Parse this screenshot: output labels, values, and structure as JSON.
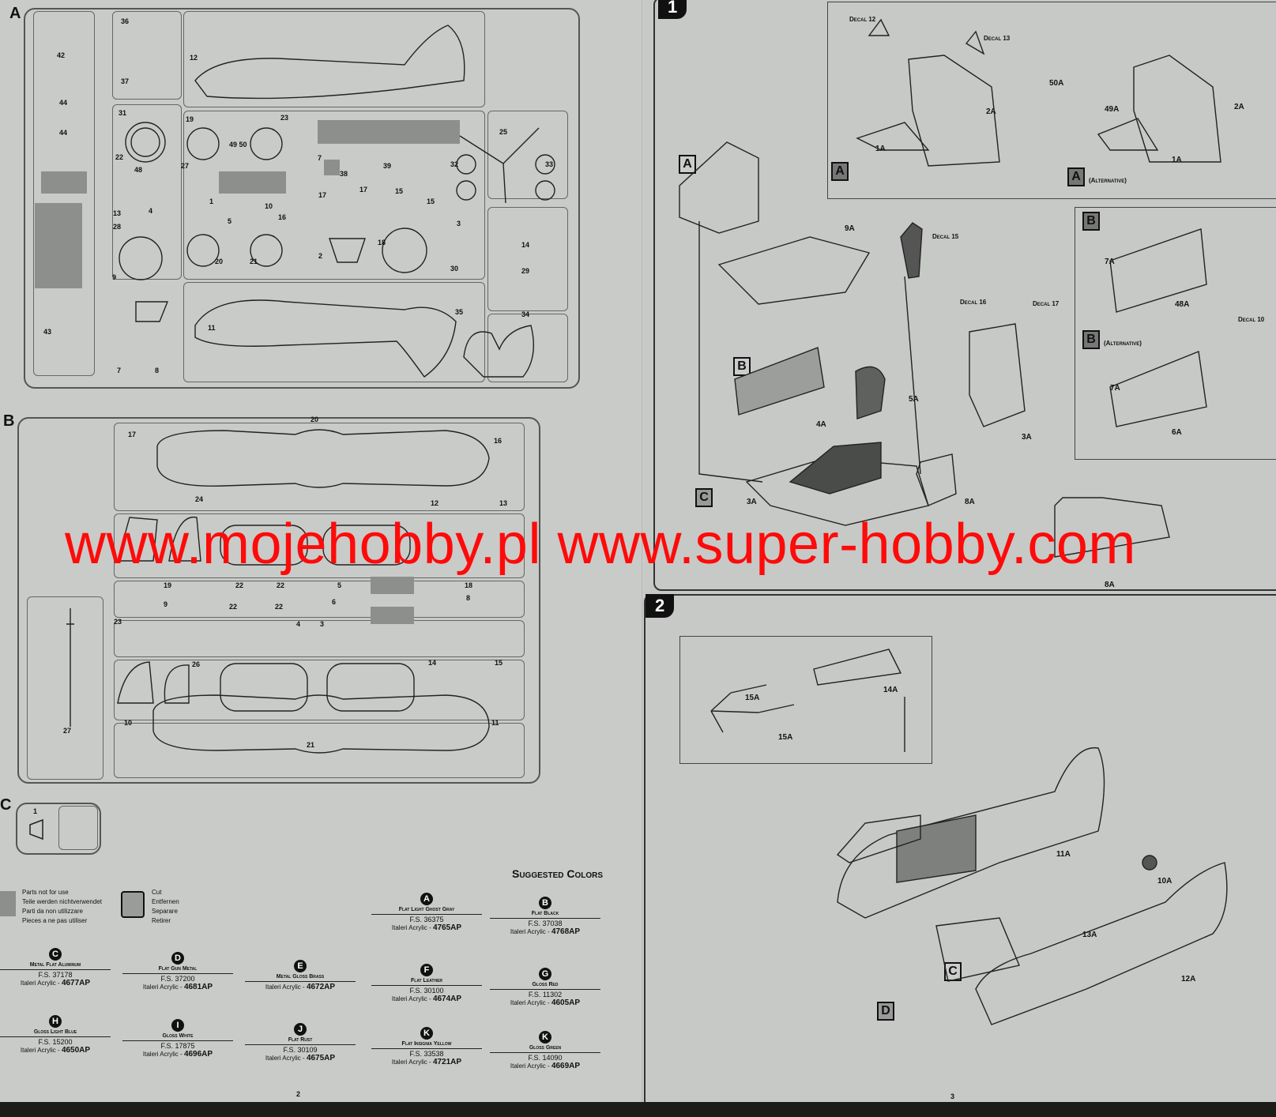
{
  "watermark": "www.mojehobby.pl  www.super-hobby.com",
  "sprues": {
    "a_letter": "A",
    "b_letter": "B",
    "c_letter": "C",
    "a_parts": [
      "42",
      "36",
      "37",
      "12",
      "44",
      "44",
      "31",
      "19",
      "49 50",
      "23",
      "25",
      "32",
      "33",
      "22",
      "48",
      "27",
      "7",
      "38",
      "39",
      "13",
      "4",
      "17",
      "17",
      "15",
      "15",
      "28",
      "1",
      "5",
      "10",
      "16",
      "3",
      "14",
      "20",
      "21",
      "2",
      "18",
      "30",
      "29",
      "9",
      "11",
      "35",
      "34",
      "43",
      "7",
      "8"
    ],
    "b_parts": [
      "17",
      "20",
      "16",
      "24",
      "12",
      "13",
      "19",
      "22",
      "22",
      "5",
      "18",
      "9",
      "22",
      "22",
      "6",
      "8",
      "23",
      "26",
      "4",
      "3",
      "14",
      "15",
      "27",
      "10",
      "21",
      "11"
    ],
    "c_parts": [
      "1"
    ]
  },
  "legend": {
    "not_for_use": [
      "Parts not for use",
      "Teile werden nichtverwendet",
      "Parti da non utilizzare",
      "Pieces a ne pas utiliser"
    ],
    "cut": [
      "Cut",
      "Entfernen",
      "Separare",
      "Retirer"
    ]
  },
  "colors": {
    "title": "Suggested Colors",
    "items": [
      {
        "letter": "A",
        "name": "Flat Light Ghost Gray",
        "fs": "F.S. 36375",
        "brand": "Italeri Acrylic -",
        "code": "4765AP"
      },
      {
        "letter": "B",
        "name": "Flat Black",
        "fs": "F.S. 37038",
        "brand": "Italeri Acrylic -",
        "code": "4768AP"
      },
      {
        "letter": "C",
        "name": "Metal Flat Aluminum",
        "fs": "F.S. 37178",
        "brand": "Italeri Acrylic -",
        "code": "4677AP"
      },
      {
        "letter": "D",
        "name": "Flat Gun Metal",
        "fs": "F.S. 37200",
        "brand": "Italeri Acrylic -",
        "code": "4681AP"
      },
      {
        "letter": "E",
        "name": "Metal Gloss Brass",
        "fs": "",
        "brand": "Italeri Acrylic -",
        "code": "4672AP"
      },
      {
        "letter": "F",
        "name": "Flat Leather",
        "fs": "F.S. 30100",
        "brand": "Italeri Acrylic -",
        "code": "4674AP"
      },
      {
        "letter": "G",
        "name": "Gloss Red",
        "fs": "F.S. 11302",
        "brand": "Italeri Acrylic -",
        "code": "4605AP"
      },
      {
        "letter": "H",
        "name": "Gloss Light Blue",
        "fs": "F.S. 15200",
        "brand": "Italeri Acrylic -",
        "code": "4650AP"
      },
      {
        "letter": "I",
        "name": "Gloss White",
        "fs": "F.S. 17875",
        "brand": "Italeri Acrylic -",
        "code": "4696AP"
      },
      {
        "letter": "J",
        "name": "Flat Rust",
        "fs": "F.S. 30109",
        "brand": "Italeri Acrylic -",
        "code": "4675AP"
      },
      {
        "letter": "K",
        "name": "Flat Insignia Yellow",
        "fs": "F.S. 33538",
        "brand": "Italeri Acrylic -",
        "code": "4721AP"
      },
      {
        "letter": "K",
        "name": "Gloss Green",
        "fs": "F.S. 14090",
        "brand": "Italeri Acrylic -",
        "code": "4669AP"
      }
    ]
  },
  "page_numbers": {
    "left": "2",
    "right": "3"
  },
  "step1": {
    "number": "1",
    "decals": [
      "Decal 12",
      "Decal 13",
      "Decal 15",
      "Decal 16",
      "Decal 17",
      "Decal 10"
    ],
    "parts": [
      "1A",
      "2A",
      "50A",
      "49A",
      "1A",
      "2A",
      "9A",
      "4A",
      "5A",
      "3A",
      "8A",
      "7A",
      "48A",
      "7A",
      "6A",
      "3A",
      "8A"
    ],
    "tags": [
      "A",
      "A",
      "A",
      "B",
      "B",
      "B",
      "C"
    ],
    "alternative": "(Alternative)"
  },
  "step2": {
    "number": "2",
    "parts": [
      "15A",
      "14A",
      "15A",
      "11A",
      "10A",
      "13A",
      "12A"
    ],
    "tags": [
      "C",
      "D"
    ]
  }
}
